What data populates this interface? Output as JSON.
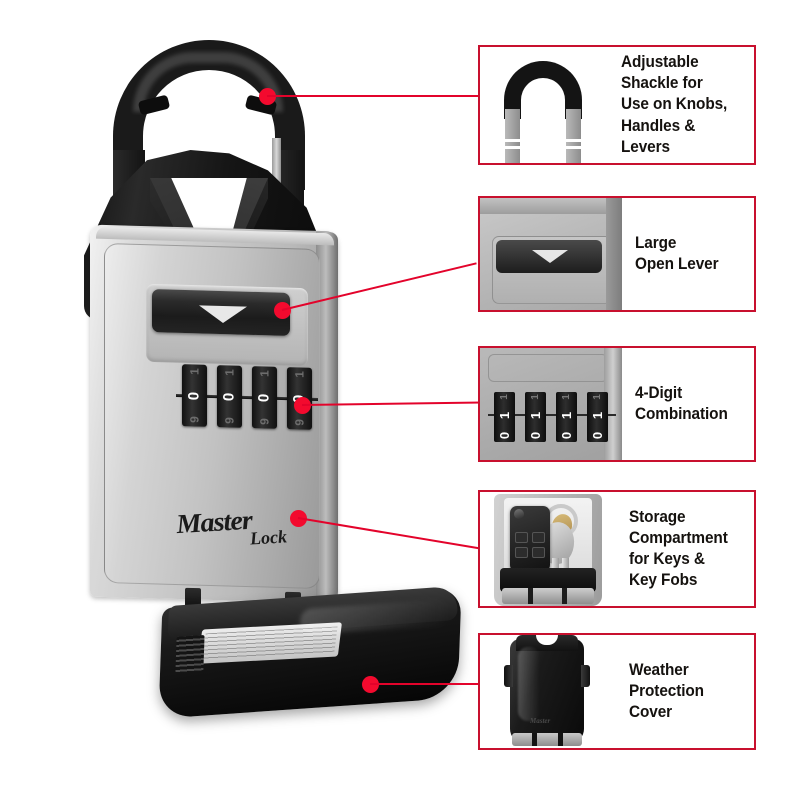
{
  "page": {
    "title": "Master Lock Key Safe Feature Callouts",
    "accent_red": "#c8102e",
    "line_red": "#e3032b",
    "dot_red": "#f30a2e",
    "background": "#ffffff"
  },
  "product": {
    "brand_line1": "Master",
    "brand_line2": "Lock",
    "dial_digits": [
      "1",
      "0",
      "9"
    ],
    "dial_count": 4
  },
  "callouts": [
    {
      "id": "adjustable-shackle",
      "thumb_name": "shackle-thumbnail",
      "lines": [
        "Adjustable",
        "Shackle for",
        "Use on Knobs,",
        "Handles & Levers"
      ]
    },
    {
      "id": "large-open-lever",
      "thumb_name": "open-lever-thumbnail",
      "lines": [
        "Large",
        "Open Lever"
      ]
    },
    {
      "id": "four-digit-combination",
      "thumb_name": "combination-dials-thumbnail",
      "lines": [
        "4-Digit",
        "Combination"
      ],
      "dial_digits": [
        "1",
        "0"
      ]
    },
    {
      "id": "storage-compartment",
      "thumb_name": "storage-compartment-thumbnail",
      "lines": [
        "Storage",
        "Compartment",
        "for Keys &",
        "Key Fobs"
      ]
    },
    {
      "id": "weather-protection-cover",
      "thumb_name": "weather-cover-thumbnail",
      "lines": [
        "Weather",
        "Protection",
        "Cover"
      ]
    }
  ]
}
